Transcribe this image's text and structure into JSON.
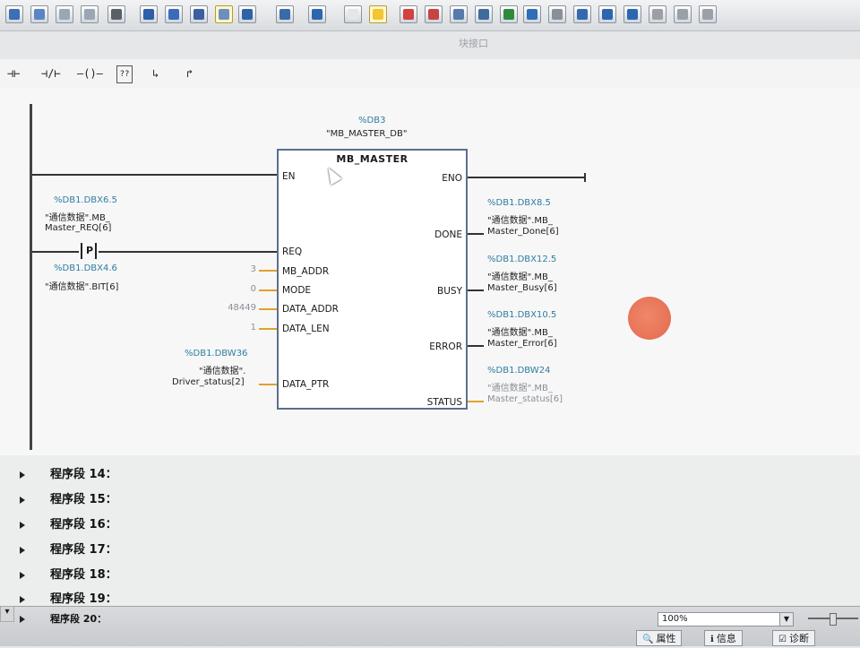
{
  "window_title": "块接口",
  "block": {
    "instance_addr": "%DB3",
    "instance_name": "\"MB_MASTER_DB\"",
    "title": "MB_MASTER",
    "pins_in": [
      "EN",
      "REQ",
      "MB_ADDR",
      "MODE",
      "DATA_ADDR",
      "DATA_LEN",
      "DATA_PTR"
    ],
    "pins_out": [
      "ENO",
      "DONE",
      "BUSY",
      "ERROR",
      "STATUS"
    ]
  },
  "inputs": {
    "req_addr": "%DB1.DBX6.5",
    "req_name1": "\"通信数据\".MB_",
    "req_name2": "Master_REQ[6]",
    "contact_label": "P",
    "edge_addr": "%DB1.DBX4.6",
    "edge_name": "\"通信数据\".BIT[6]",
    "mb_addr_val": "3",
    "mode_val": "0",
    "data_addr_val": "48449",
    "data_len_val": "1",
    "ptr_addr": "%DB1.DBW36",
    "ptr_name1": "\"通信数据\".",
    "ptr_name2": "Driver_status[2]"
  },
  "outputs": {
    "done_addr": "%DB1.DBX8.5",
    "done_name1": "\"通信数据\".MB_",
    "done_name2": "Master_Done[6]",
    "busy_addr": "%DB1.DBX12.5",
    "busy_name1": "\"通信数据\".MB_",
    "busy_name2": "Master_Busy[6]",
    "error_addr": "%DB1.DBX10.5",
    "error_name1": "\"通信数据\".MB_",
    "error_name2": "Master_Error[6]",
    "status_addr": "%DB1.DBW24",
    "status_name1": "\"通信数据\".MB_",
    "status_name2": "Master_status[6]"
  },
  "segments": [
    "程序段 14：",
    "程序段 15：",
    "程序段 16：",
    "程序段 17：",
    "程序段 18：",
    "程序段 19：",
    "程序段 20："
  ],
  "status_bar": {
    "zoom": "100%",
    "tabs": [
      "属性",
      "信息",
      "诊断"
    ]
  },
  "colors": {
    "address": "#2f7ea0",
    "wire": "#333333",
    "constant_stub": "#e2a02c",
    "indicator": "#e8674a"
  }
}
